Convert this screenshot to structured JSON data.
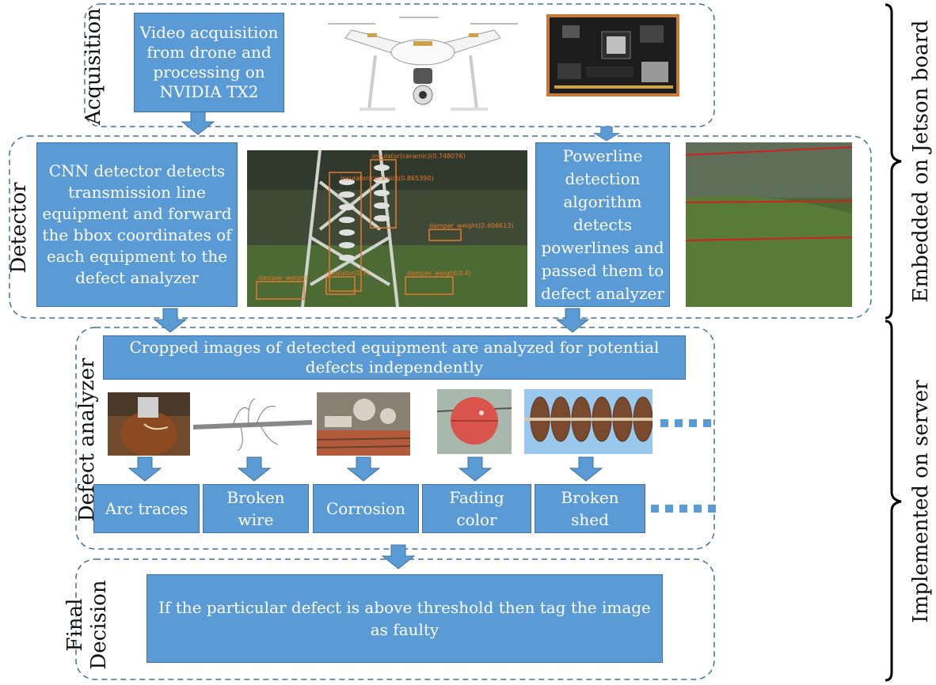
{
  "stages": {
    "acquisition": "Acquisition",
    "detector": "Detector",
    "defect_analyzer": "Defect analyzer",
    "final_decision_line1": "Final",
    "final_decision_line2": "Decision"
  },
  "side_labels": {
    "embedded": "Embedded on Jetson board",
    "server": "Implemented on server"
  },
  "boxes": {
    "video_acquisition": "Video acquisition from drone and processing on NVIDIA TX2",
    "cnn_detector": "CNN detector detects transmission line equipment and forward the bbox coordinates of each equipment to the defect analyzer",
    "powerline_detection": "Powerline detection algorithm detects powerlines and passed them to defect analyzer",
    "cropped_images": "Cropped images of detected equipment are analyzed for potential defects independently",
    "final_decision": "If the particular defect is above threshold then tag the image as faulty"
  },
  "defects": [
    {
      "label": "Arc traces"
    },
    {
      "label": "Broken wire"
    },
    {
      "label": "Corrosion"
    },
    {
      "label": "Fading color"
    },
    {
      "label": "Broken shed"
    }
  ],
  "detections": {
    "label1": "insulator(ceramic)(0.748076)",
    "label2": "insulator(ceramic)(0.865390)",
    "label3": "damper_weight(0.406613)",
    "label4": "damper_weight",
    "label5": "damper_weight(0.4)",
    "label6": "insulator(0.7)"
  },
  "colors": {
    "box_fill": "#5b9bd5",
    "box_border": "#41719c",
    "dashed_border": "#41719c",
    "detection_box": "#e8772e",
    "powerline": "#d02020"
  }
}
